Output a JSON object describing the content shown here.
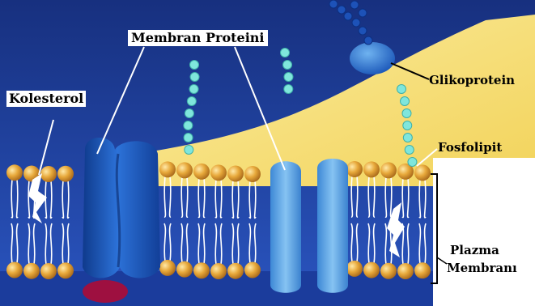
{
  "labels": {
    "membrane_protein": "Membran Proteini",
    "cholesterol": "Kolesterol",
    "glycoprotein": "Glikoprotein",
    "phospholipid": "Fosfolipit",
    "plasma_membrane_line1": "Plazma",
    "plasma_membrane_line2": "Membranı"
  },
  "colors": {
    "background_blue": "#1f3f9a",
    "cytoplasm_yellow": "#f7e07a",
    "lipid_head": "#e0a030",
    "protein_dark": "#1e5cc8",
    "protein_light": "#5fa8e8",
    "sugar_chain": "#7fe0d8"
  }
}
